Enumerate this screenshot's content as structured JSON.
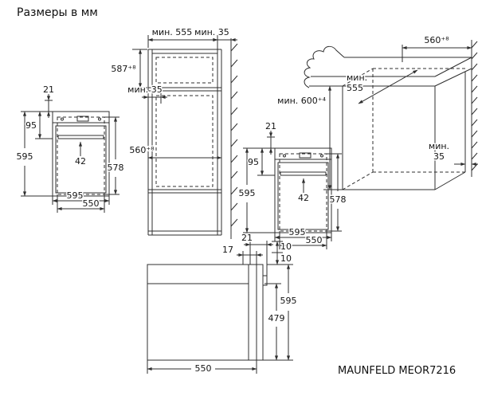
{
  "page": {
    "title": "Размеры в мм",
    "model": "MAUNFELD MEOR7216"
  },
  "tall_cabinet": {
    "depth": "мин. 555",
    "rear_gap": "мин. 35",
    "niche_height": "587⁺⁸",
    "front_gap": "мин. 35",
    "niche_depth": "560⁺⁸"
  },
  "oven_front_left": {
    "panel_offset": "21",
    "panel_height": "95",
    "height": "595",
    "handle_depth": "42",
    "body_height": "578",
    "width": "595",
    "body_width": "550"
  },
  "undercounter": {
    "cutout_width": "560⁺⁸",
    "depth_min_label": "мин.",
    "depth_value": "555",
    "niche_height": "мин. 600⁺⁴",
    "rear_gap_min_label": "мин.",
    "rear_gap_value": "35"
  },
  "oven_front_right": {
    "panel_offset": "21",
    "panel_height": "95",
    "height": "595",
    "handle_depth": "42",
    "body_height": "578",
    "width": "595",
    "body_width": "550"
  },
  "side_view": {
    "front_depth": "21",
    "door_thickness": "17",
    "gap_upper": "10",
    "gap_lower": "10",
    "height": "595",
    "inner_height": "479",
    "depth": "550"
  }
}
